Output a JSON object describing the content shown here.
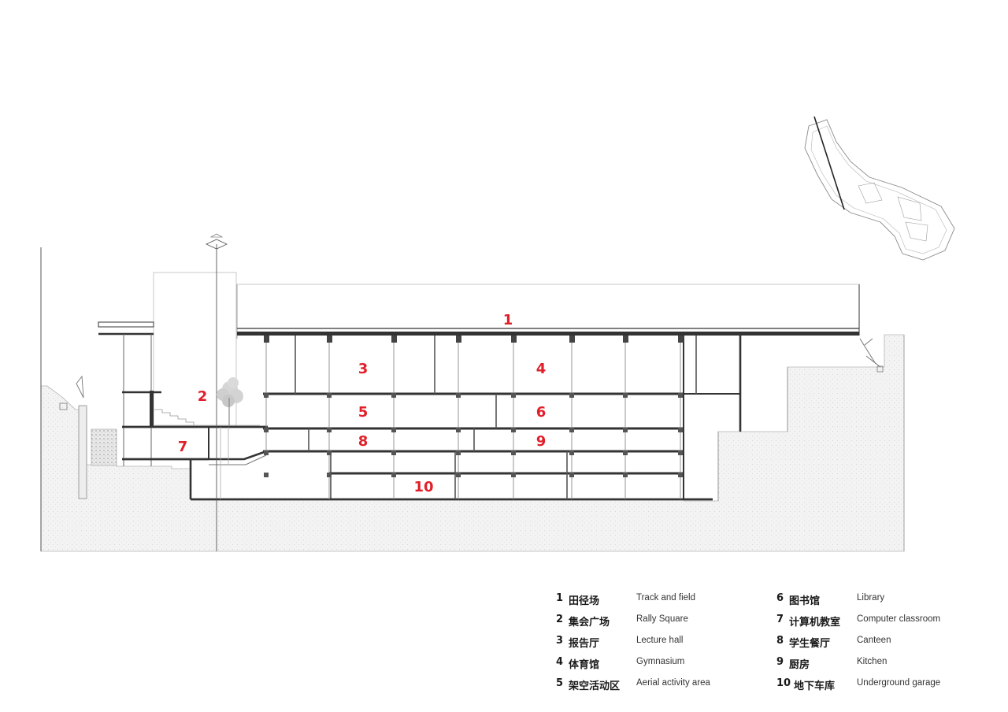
{
  "section_labels": [
    {
      "id": "1",
      "text": "1"
    },
    {
      "id": "2",
      "text": "2"
    },
    {
      "id": "3",
      "text": "3"
    },
    {
      "id": "4",
      "text": "4"
    },
    {
      "id": "5",
      "text": "5"
    },
    {
      "id": "6",
      "text": "6"
    },
    {
      "id": "7",
      "text": "7"
    },
    {
      "id": "8",
      "text": "8"
    },
    {
      "id": "9",
      "text": "9"
    },
    {
      "id": "10",
      "text": "10"
    }
  ],
  "legend": {
    "left": [
      {
        "index": "1",
        "zh": "田径场",
        "en": "Track and field"
      },
      {
        "index": "2",
        "zh": "集会广场",
        "en": "Rally Square"
      },
      {
        "index": "3",
        "zh": "报告厅",
        "en": "Lecture hall"
      },
      {
        "index": "4",
        "zh": "体育馆",
        "en": "Gymnasium"
      },
      {
        "index": "5",
        "zh": "架空活动区",
        "en": "Aerial activity area"
      }
    ],
    "right": [
      {
        "index": "6",
        "zh": "图书馆",
        "en": "Library"
      },
      {
        "index": "7",
        "zh": "计算机教室",
        "en": "Computer classroom"
      },
      {
        "index": "8",
        "zh": "学生餐厅",
        "en": "Canteen"
      },
      {
        "index": "9",
        "zh": "厨房",
        "en": "Kitchen"
      },
      {
        "index": "10",
        "zh": "地下车库",
        "en": "Underground garage"
      }
    ]
  },
  "colors": {
    "label_red": "#e0202a",
    "line_dark": "#333333",
    "line_light": "#9a9a9a",
    "ground_fill": "#f2f2f2"
  }
}
